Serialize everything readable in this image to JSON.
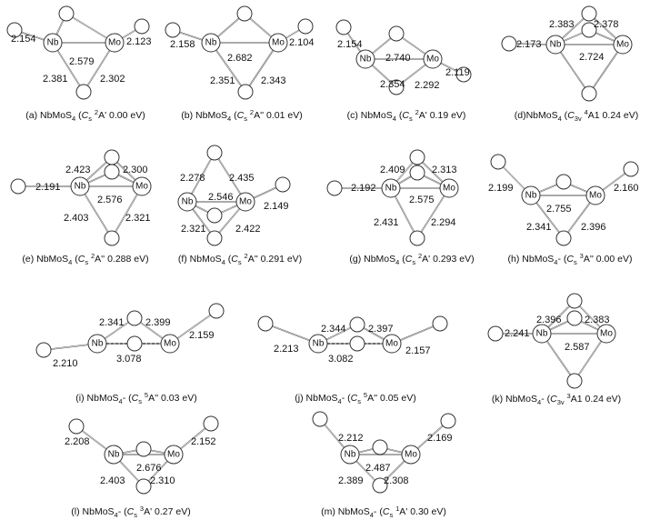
{
  "colors": {
    "atom_fill": "#ffffff",
    "atom_stroke": "#333333",
    "bond": "#555555"
  },
  "atom_labels": {
    "nb": "Nb",
    "mo": "Mo"
  },
  "panels": [
    {
      "id": "a",
      "lengths": [
        "2.154",
        "2.123",
        "2.579",
        "2.381",
        "2.302"
      ],
      "caption": {
        "pre": "(a) NbMoS",
        "sub": "4",
        "mid": " (",
        "sym": "C",
        "symsub": "s",
        "sp": " ",
        "sup": "2",
        "tail": "A' 0.00 eV)"
      }
    },
    {
      "id": "b",
      "lengths": [
        "2.158",
        "2.104",
        "2.682",
        "2.351",
        "2.343"
      ],
      "caption": {
        "pre": "(b) NbMoS",
        "sub": "4",
        "mid": " (",
        "sym": "C",
        "symsub": "s",
        "sp": " ",
        "sup": "2",
        "tail": "A'' 0.01 eV)"
      }
    },
    {
      "id": "c",
      "lengths": [
        "2.154",
        "2.740",
        "2.119",
        "2.354",
        "2.292"
      ],
      "caption": {
        "pre": "(c) NbMoS",
        "sub": "4",
        "mid": " (",
        "sym": "C",
        "symsub": "s",
        "sp": " ",
        "sup": "2",
        "tail": "A' 0.19 eV)"
      }
    },
    {
      "id": "d",
      "lengths": [
        "2.383",
        "2.378",
        "2.173",
        "2.724"
      ],
      "caption": {
        "pre": "(d)NbMoS",
        "sub": "4",
        "mid": " (",
        "sym": "C",
        "symsub": "3v",
        "sp": " ",
        "sup": "4",
        "tail": "A1 0.24 eV)"
      }
    },
    {
      "id": "e",
      "lengths": [
        "2.423",
        "2.300",
        "2.191",
        "2.576",
        "2.403",
        "2.321"
      ],
      "caption": {
        "pre": "(e) NbMoS",
        "sub": "4",
        "mid": " (",
        "sym": "C",
        "symsub": "s",
        "sp": " ",
        "sup": "2",
        "tail": "A'' 0.288 eV)"
      }
    },
    {
      "id": "f",
      "lengths": [
        "2.278",
        "2.435",
        "2.546",
        "2.149",
        "2.321",
        "2.422"
      ],
      "caption": {
        "pre": "(f) NbMoS",
        "sub": "4",
        "mid": " (",
        "sym": "C",
        "symsub": "s",
        "sp": " ",
        "sup": "2",
        "tail": "A'' 0.291 eV)"
      }
    },
    {
      "id": "g",
      "lengths": [
        "2.409",
        "2.313",
        "2.192",
        "2.575",
        "2.431",
        "2.294"
      ],
      "caption": {
        "pre": "(g) NbMoS",
        "sub": "4",
        "mid": " (",
        "sym": "C",
        "symsub": "s",
        "sp": " ",
        "sup": "2",
        "tail": "A' 0.293 eV)"
      }
    },
    {
      "id": "h",
      "lengths": [
        "2.199",
        "2.160",
        "2.755",
        "2.341",
        "2.396"
      ],
      "caption": {
        "pre": "(h) NbMoS",
        "sub": "4",
        "mid": "- (",
        "sym": "C",
        "symsub": "s",
        "sp": " ",
        "sup": "3",
        "tail": "A'' 0.00 eV)"
      }
    },
    {
      "id": "i",
      "lengths": [
        "2.341",
        "2.399",
        "2.210",
        "3.078",
        "2.159"
      ],
      "caption": {
        "pre": "(i) NbMoS",
        "sub": "4",
        "mid": "- (",
        "sym": "C",
        "symsub": "s",
        "sp": " ",
        "sup": "5",
        "tail": "A'' 0.03 eV)"
      }
    },
    {
      "id": "j",
      "lengths": [
        "2.344",
        "2.397",
        "2.213",
        "3.082",
        "2.157"
      ],
      "caption": {
        "pre": "(j) NbMoS",
        "sub": "4",
        "mid": "- (",
        "sym": "C",
        "symsub": "s",
        "sp": " ",
        "sup": "5",
        "tail": "A'' 0.05 eV)"
      }
    },
    {
      "id": "k",
      "lengths": [
        "2.396",
        "2.383",
        "2.241",
        "2.587"
      ],
      "caption": {
        "pre": "(k) NbMoS",
        "sub": "4",
        "mid": "- (",
        "sym": "C",
        "symsub": "3v",
        "sp": " ",
        "sup": "3",
        "tail": "A1 0.24 eV)"
      }
    },
    {
      "id": "l",
      "lengths": [
        "2.208",
        "2.152",
        "2.676",
        "2.403",
        "2.310"
      ],
      "caption": {
        "pre": "(l) NbMoS",
        "sub": "4",
        "mid": "- (",
        "sym": "C",
        "symsub": "s",
        "sp": " ",
        "sup": "3",
        "tail": "A' 0.27 eV)"
      }
    },
    {
      "id": "m",
      "lengths": [
        "2.212",
        "2.169",
        "2.487",
        "2.389",
        "2.308"
      ],
      "caption": {
        "pre": "(m) NbMoS",
        "sub": "4",
        "mid": "- (",
        "sym": "C",
        "symsub": "s",
        "sp": " ",
        "sup": "1",
        "tail": "A' 0.30 eV)"
      }
    }
  ]
}
